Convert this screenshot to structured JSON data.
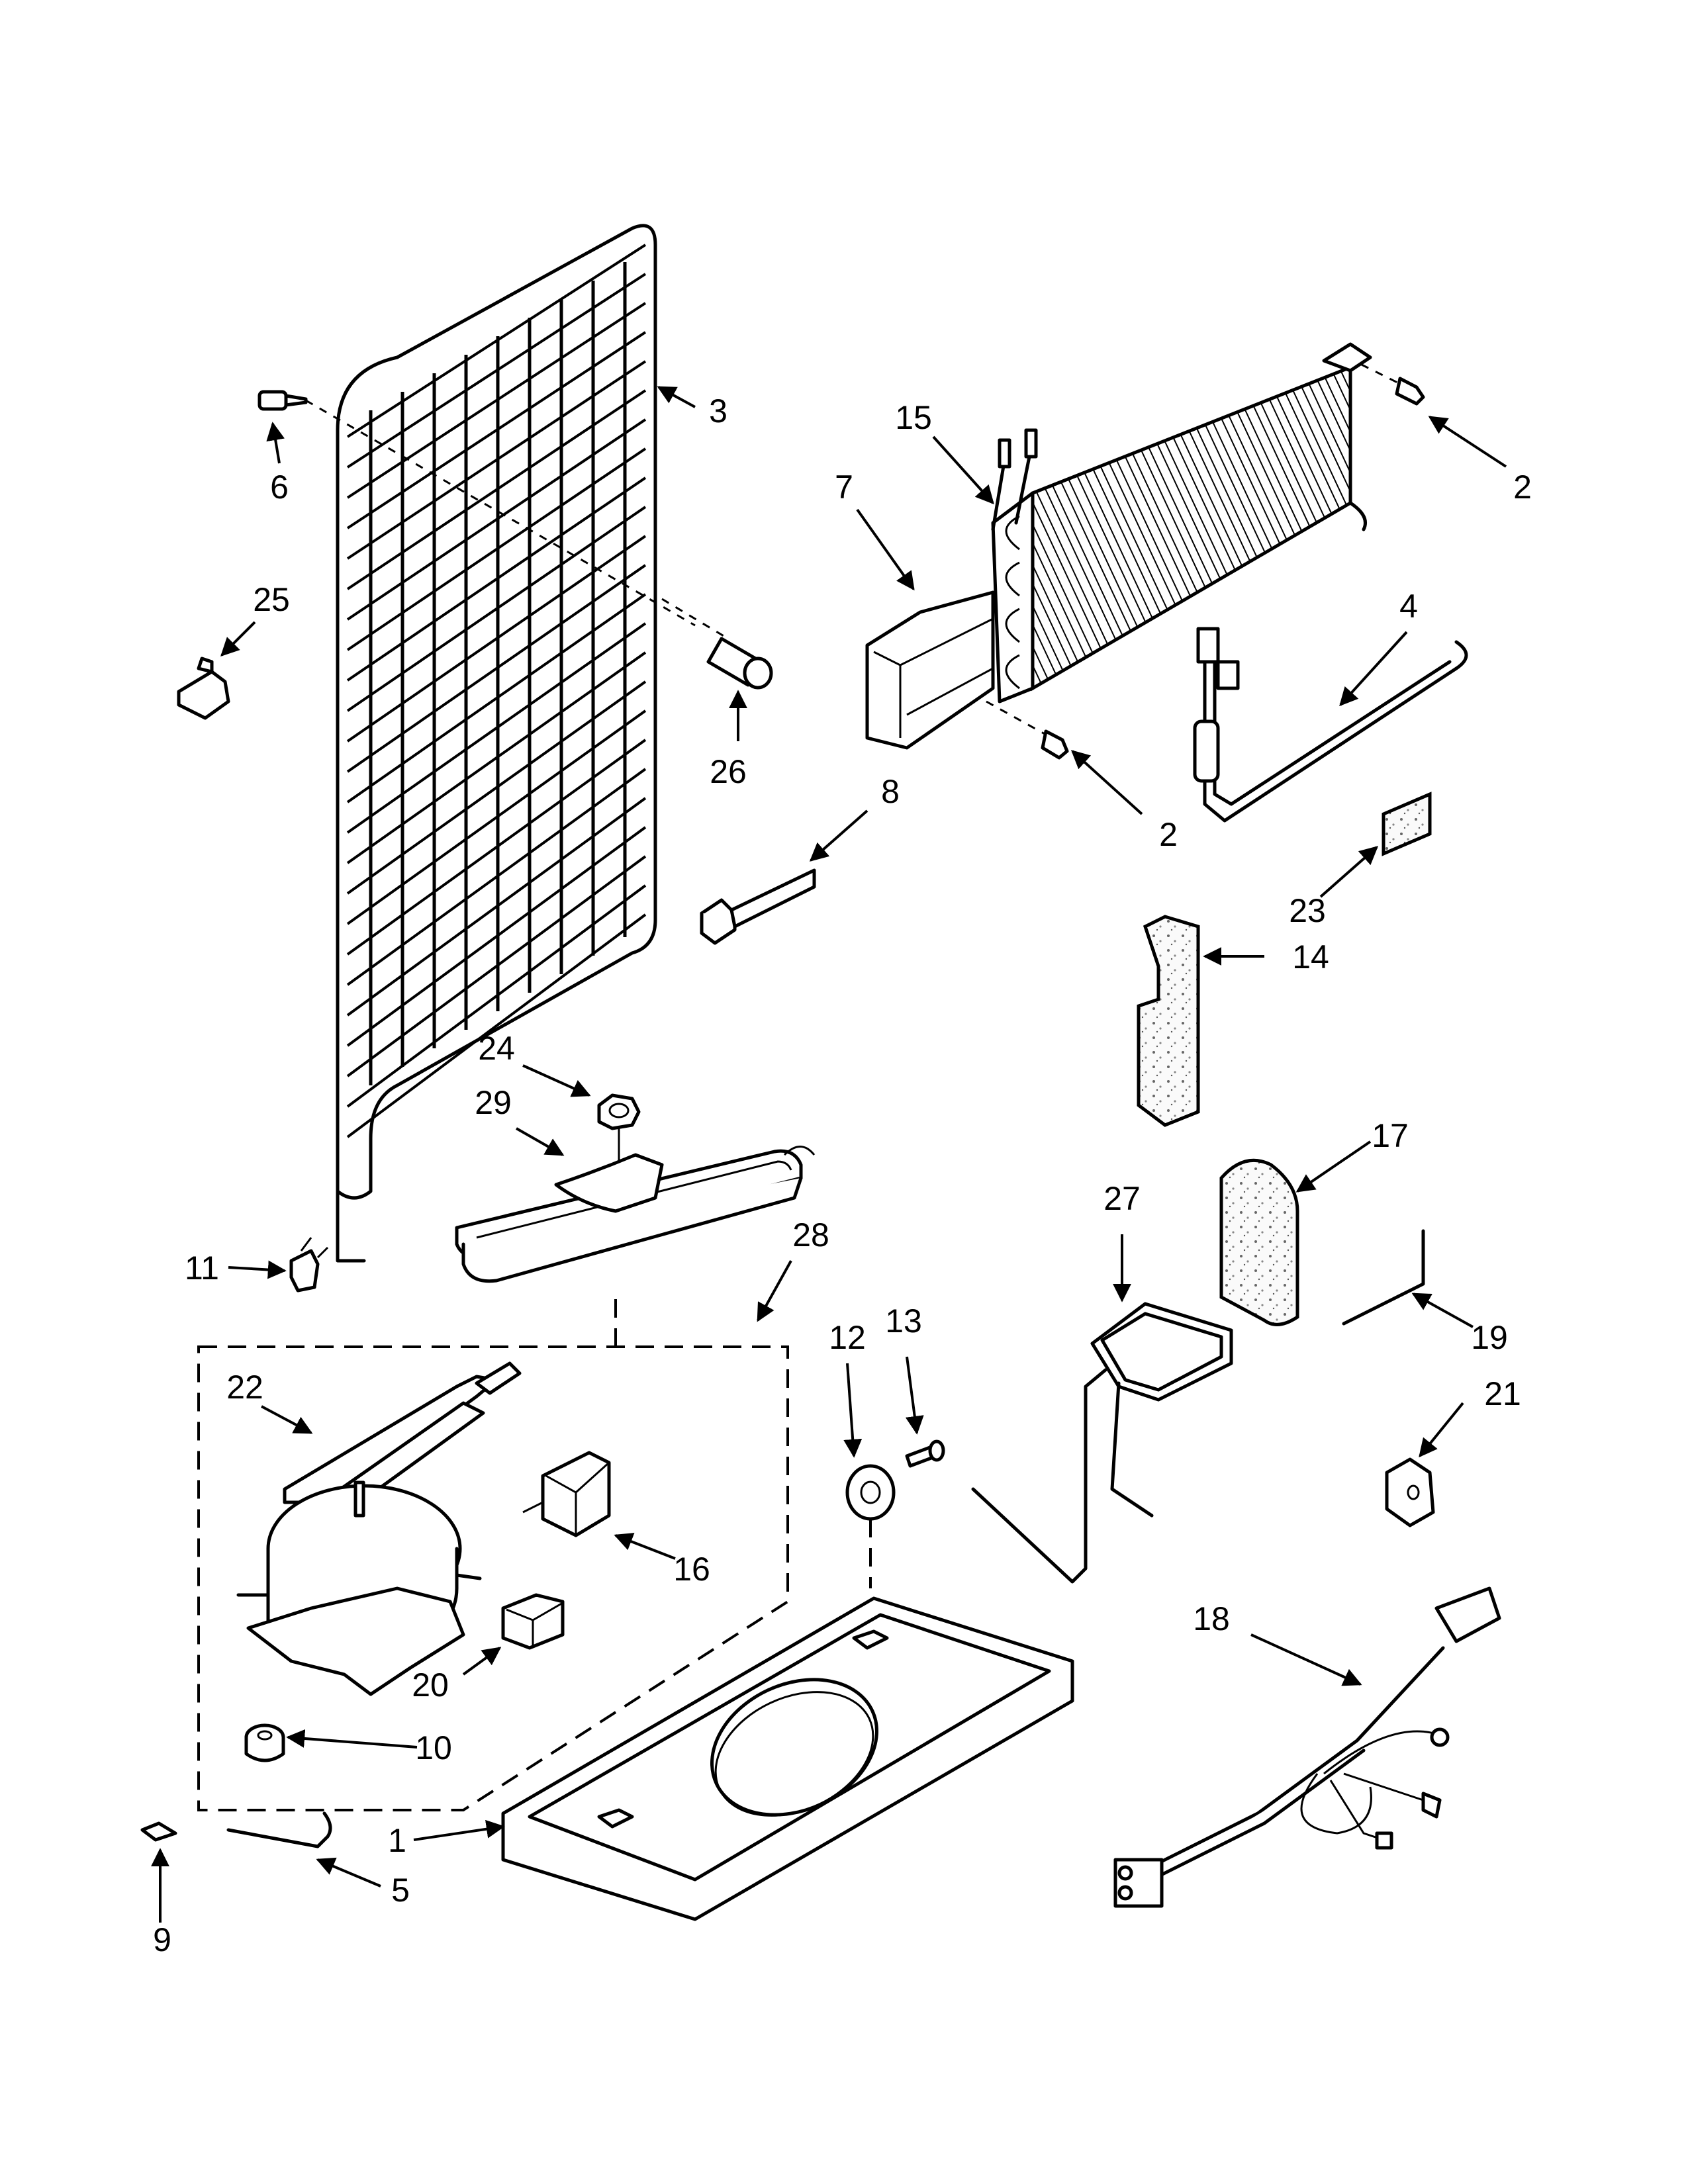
{
  "callouts": [
    {
      "id": "c3",
      "text": "3"
    },
    {
      "id": "c6",
      "text": "6"
    },
    {
      "id": "c25",
      "text": "25"
    },
    {
      "id": "c26",
      "text": "26"
    },
    {
      "id": "c15",
      "text": "15"
    },
    {
      "id": "c7",
      "text": "7"
    },
    {
      "id": "c2a",
      "text": "2"
    },
    {
      "id": "c4",
      "text": "4"
    },
    {
      "id": "c2b",
      "text": "2"
    },
    {
      "id": "c8",
      "text": "8"
    },
    {
      "id": "c23",
      "text": "23"
    },
    {
      "id": "c14",
      "text": "14"
    },
    {
      "id": "c24",
      "text": "24"
    },
    {
      "id": "c29",
      "text": "29"
    },
    {
      "id": "c17",
      "text": "17"
    },
    {
      "id": "c27",
      "text": "27"
    },
    {
      "id": "c11",
      "text": "11"
    },
    {
      "id": "c28",
      "text": "28"
    },
    {
      "id": "c12",
      "text": "12"
    },
    {
      "id": "c13",
      "text": "13"
    },
    {
      "id": "c19",
      "text": "19"
    },
    {
      "id": "c22",
      "text": "22"
    },
    {
      "id": "c21",
      "text": "21"
    },
    {
      "id": "c16",
      "text": "16"
    },
    {
      "id": "c18",
      "text": "18"
    },
    {
      "id": "c20",
      "text": "20"
    },
    {
      "id": "c10",
      "text": "10"
    },
    {
      "id": "c1",
      "text": "1"
    },
    {
      "id": "c5",
      "text": "5"
    },
    {
      "id": "c9",
      "text": "9"
    }
  ]
}
